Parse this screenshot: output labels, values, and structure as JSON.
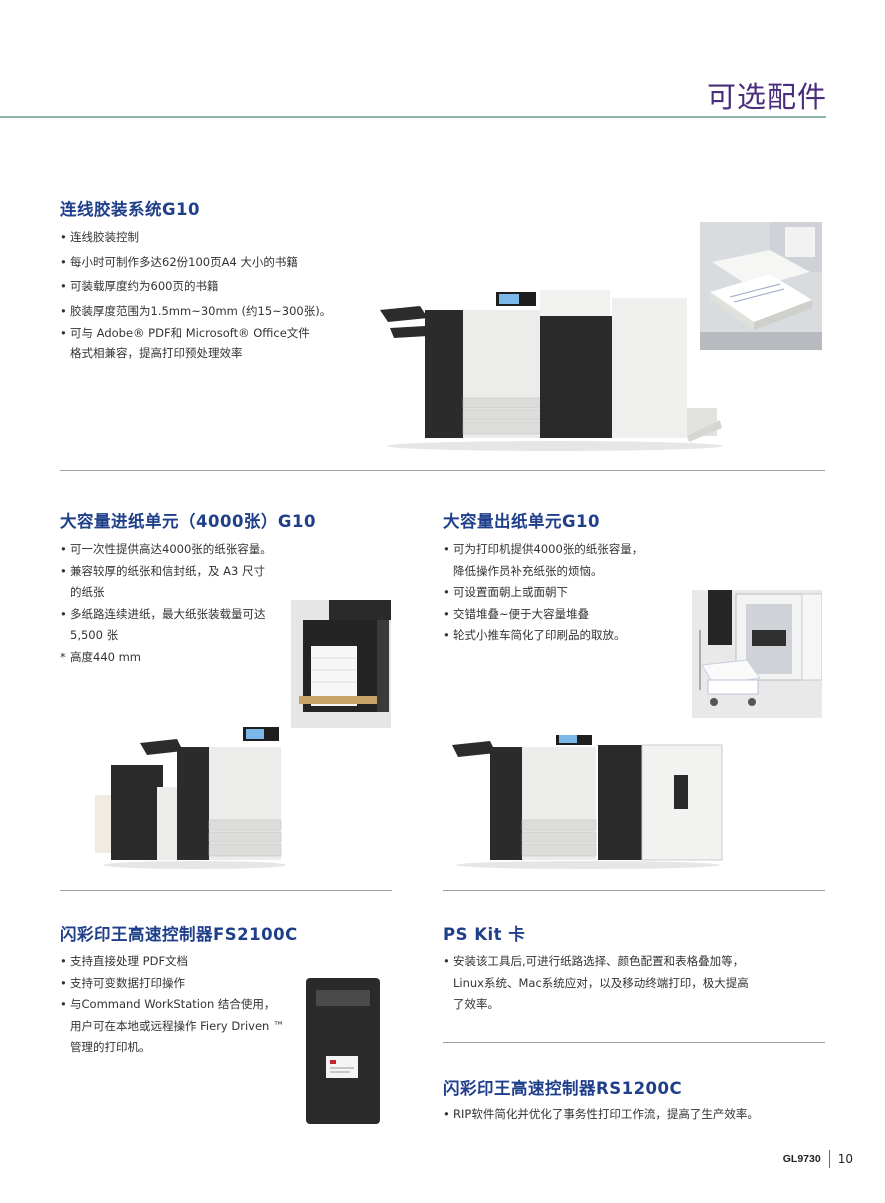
{
  "page": {
    "title": "可选配件"
  },
  "sections": {
    "g10": {
      "title": "连线胶装系统G10",
      "bullets": [
        "连线胶装控制",
        "每小时可制作多达62份100页A4 大小的书籍",
        "可装载厚度约为600页的书籍",
        "胶装厚度范围为1.5mm~30mm (约15~300张)。",
        "可与 Adobe® PDF和 Microsoft® Office文件",
        "格式相兼容，提高打印预处理效率"
      ]
    },
    "feeder": {
      "title": "大容量进纸单元（4000张）G10",
      "bullets": [
        "可一次性提供高达4000张的纸张容量。",
        "兼容较厚的纸张和信封纸，及 A3 尺寸",
        "的纸张",
        "多纸路连续进纸，最大纸张装载量可达",
        "5,500 张",
        "高度440 mm"
      ]
    },
    "stacker": {
      "title": "大容量出纸单元G10",
      "bullets": [
        "可为打印机提供4000张的纸张容量，",
        "降低操作员补充纸张的烦恼。",
        "可设置面朝上或面朝下",
        "交错堆叠~便于大容量堆叠",
        "轮式小推车简化了印刷品的取放。"
      ]
    },
    "fs2100c": {
      "title": "闪彩印王高速控制器FS2100C",
      "bullets": [
        "支持直接处理 PDF文档",
        "支持可变数据打印操作",
        "与Command  WorkStation   结合使用，",
        "用户可在本地或远程操作 Fiery Driven ™",
        "管理的打印机。"
      ]
    },
    "pskit": {
      "title": "PS Kit 卡",
      "bullets": [
        "安装该工具后,可进行纸路选择、颜色配置和表格叠加等，",
        "Linux系统、Mac系统应对，以及移动终端打印，极大提高",
        "了效率。"
      ]
    },
    "rs1200c": {
      "title": "闪彩印王高速控制器RS1200C",
      "bullets": [
        "RIP软件简化并优化了事务性打印工作流，提高了生产效率。"
      ]
    }
  },
  "footer": {
    "model": "GL9730",
    "page_number": "10"
  },
  "colors": {
    "title": "#4a2d7c",
    "heading": "#1f3f8a",
    "rule": "#8fb3ad",
    "printer_dark": "#2b2b2b",
    "printer_light": "#e8e8e6"
  }
}
